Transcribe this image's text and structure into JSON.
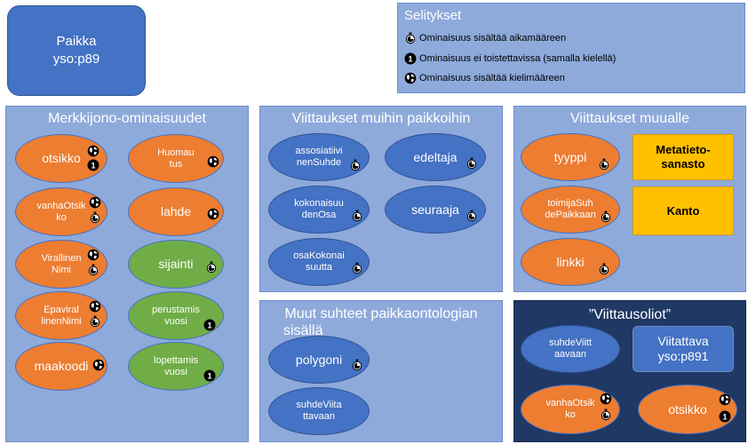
{
  "place": {
    "line1": "Paikka",
    "line2": "yso:p89"
  },
  "legend": {
    "title": "Selitykset",
    "items": [
      "Ominaisuus sisältää aikamääreen",
      "Ominaisuus ei toistettavissa (samalla kielellä)",
      "Ominaisuus sisältää kielimääreen"
    ],
    "number_badge": "1"
  },
  "string_properties": {
    "title": "Merkkijono-ominaisuudet",
    "items": [
      {
        "l1": "otsikko",
        "l2": ""
      },
      {
        "l1": "Huomau",
        "l2": "tus"
      },
      {
        "l1": "vanhaOtsik",
        "l2": "ko"
      },
      {
        "l1": "lahde",
        "l2": ""
      },
      {
        "l1": "Virallinen",
        "l2": "Nimi"
      },
      {
        "l1": "sijainti",
        "l2": ""
      },
      {
        "l1": "Epaviral",
        "l2": "linenNimi"
      },
      {
        "l1": "perustamis",
        "l2": "vuosi"
      },
      {
        "l1": "maakoodi",
        "l2": ""
      },
      {
        "l1": "lopettamis",
        "l2": "vuosi"
      }
    ]
  },
  "place_refs": {
    "title": "Viittaukset muihin paikkoihin",
    "items": [
      {
        "l1": "assosiatiivi",
        "l2": "nenSuhde"
      },
      {
        "l1": "edeltaja",
        "l2": ""
      },
      {
        "l1": "kokonaisuu",
        "l2": "denOsa"
      },
      {
        "l1": "seuraaja",
        "l2": ""
      },
      {
        "l1": "osaKokonai",
        "l2": "suutta"
      }
    ]
  },
  "other_refs": {
    "title": "Viittaukset muualle",
    "items": [
      {
        "l1": "tyyppi",
        "l2": ""
      },
      {
        "l1": "toimijaSuh",
        "l2": "dePaikkaan"
      },
      {
        "l1": "linkki",
        "l2": ""
      }
    ],
    "box1": {
      "l1": "Metatieto-",
      "l2": "sanasto"
    },
    "box2": {
      "l1": "Kanto",
      "l2": ""
    }
  },
  "other_relations": {
    "title_line1": "Muut suhteet paikkaontologian",
    "title_line2": "sisällä",
    "items": [
      {
        "l1": "polygoni",
        "l2": ""
      },
      {
        "l1": "suhdeViita",
        "l2": "ttavaan"
      }
    ]
  },
  "reference_objects": {
    "title": "”Viittausoliot”",
    "items": [
      {
        "l1": "suhdeViitt",
        "l2": "aavaan"
      },
      {
        "l1": "vanhaOtsik",
        "l2": "ko"
      },
      {
        "l1": "otsikko",
        "l2": ""
      }
    ],
    "target": {
      "l1": "Viitattava",
      "l2": "yso:p891"
    }
  },
  "colors": {
    "panel": "#8eaadb",
    "dark_panel": "#203864",
    "orange": "#ed7d31",
    "green": "#70ad47",
    "blue": "#4472c4",
    "yellow": "#ffc000"
  }
}
